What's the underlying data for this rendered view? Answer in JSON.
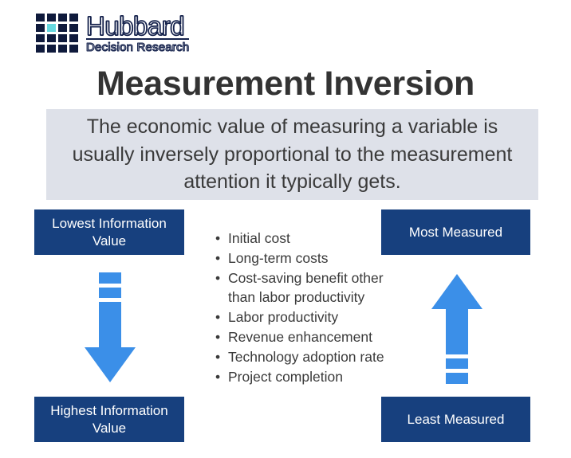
{
  "logo": {
    "primary": "Hubbard",
    "secondary": "Decision Research",
    "grid_color": "#0f1a3c",
    "accent_color": "#66d8e0",
    "accent_cell_index": 5
  },
  "title": "Measurement Inversion",
  "subtitle": "The economic value of measuring a variable is usually inversely proportional to the measurement attention it typically gets.",
  "boxes": {
    "lowest_information_value": "Lowest Information Value",
    "highest_information_value": "Highest Information Value",
    "most_measured": "Most Measured",
    "least_measured": "Least Measured"
  },
  "arrows": {
    "left": {
      "direction": "down",
      "color": "#3b8fe8"
    },
    "right": {
      "direction": "up",
      "color": "#3b8fe8"
    }
  },
  "bullets": [
    "Initial cost",
    "Long-term costs",
    "Cost-saving benefit other than labor productivity",
    "Labor productivity",
    "Revenue enhancement",
    "Technology adoption rate",
    "Project completion"
  ],
  "colors": {
    "navy_box": "#17407e",
    "panel_bg": "#dee1e9",
    "arrow_blue": "#3b8fe8",
    "title_text": "#333333",
    "body_text": "#3a3a3a",
    "page_bg": "#ffffff"
  }
}
